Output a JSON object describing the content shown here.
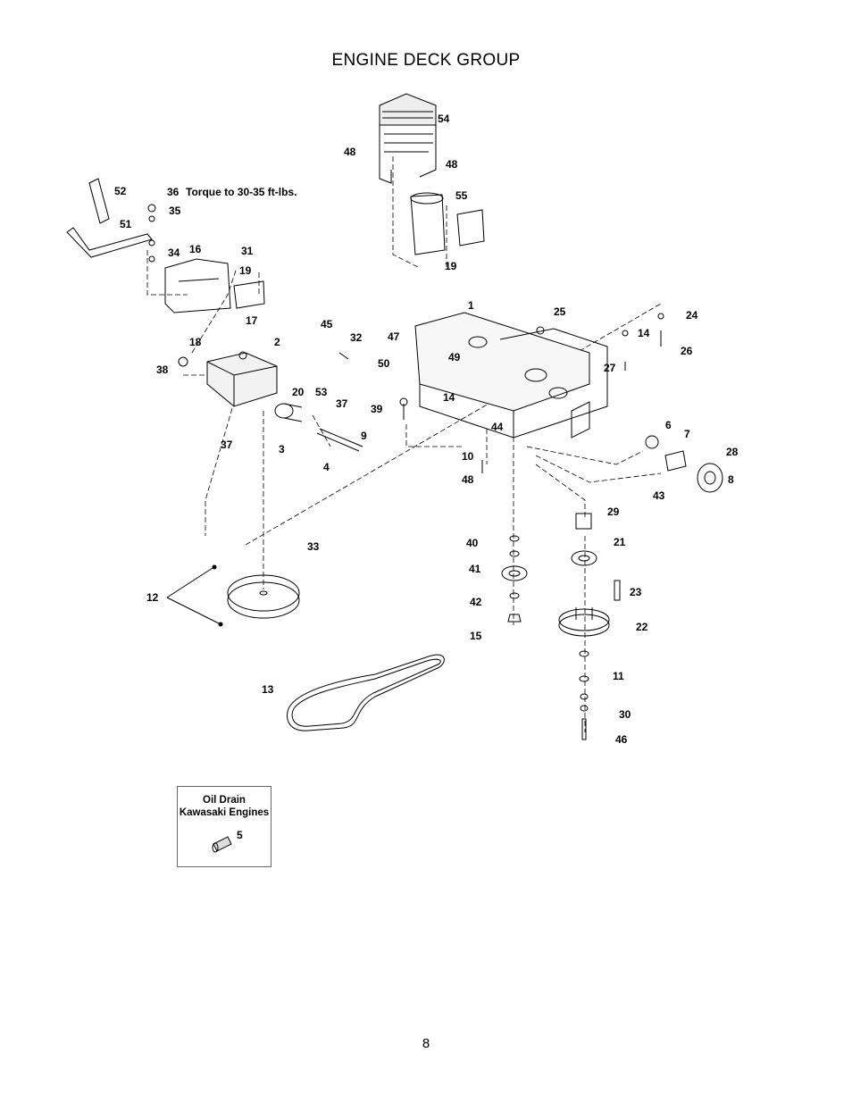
{
  "title": "ENGINE DECK GROUP",
  "page_number": "8",
  "torque_note": "Torque to 30-35 ft-lbs.",
  "inset": {
    "line1": "Oil Drain",
    "line2": "Kawasaki Engines",
    "part": "5"
  },
  "callouts": [
    "1",
    "2",
    "3",
    "4",
    "6",
    "7",
    "8",
    "9",
    "10",
    "11",
    "12",
    "13",
    "14",
    "14",
    "15",
    "16",
    "17",
    "18",
    "19",
    "19",
    "20",
    "21",
    "22",
    "23",
    "24",
    "25",
    "26",
    "27",
    "28",
    "29",
    "30",
    "31",
    "32",
    "33",
    "34",
    "35",
    "36",
    "37",
    "37",
    "38",
    "39",
    "40",
    "41",
    "42",
    "43",
    "44",
    "45",
    "46",
    "47",
    "48",
    "48",
    "48",
    "49",
    "50",
    "51",
    "52",
    "53",
    "54",
    "55"
  ]
}
